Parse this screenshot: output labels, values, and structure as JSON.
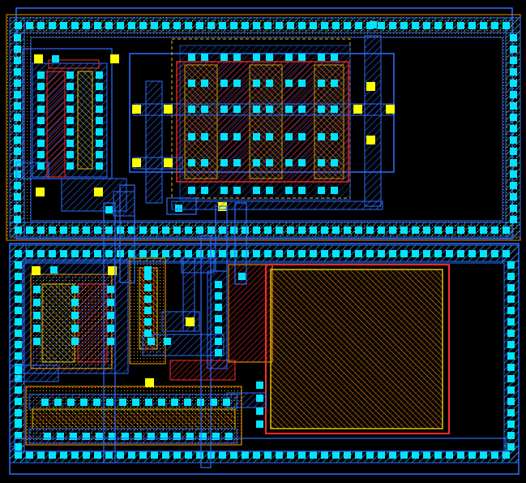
{
  "layout_view": {
    "background_color": "#000000",
    "layer_colors": {
      "metal1": "#1e6fff",
      "metal2": "#3a7dff",
      "contact": "#00e5ff",
      "via": "#ffff00",
      "poly": "#ff2020",
      "diffusion": "#ffd000",
      "active": "#5ec8ff",
      "nwell": "#ffa000"
    },
    "blocks": [
      {
        "name": "upper-cell",
        "contents": [
          "guard-ring",
          "transistor-stack-left",
          "mosfet-array"
        ]
      },
      {
        "name": "lower-cell",
        "contents": [
          "guard-ring",
          "device-left",
          "capacitor",
          "resistor-strip"
        ]
      }
    ]
  }
}
